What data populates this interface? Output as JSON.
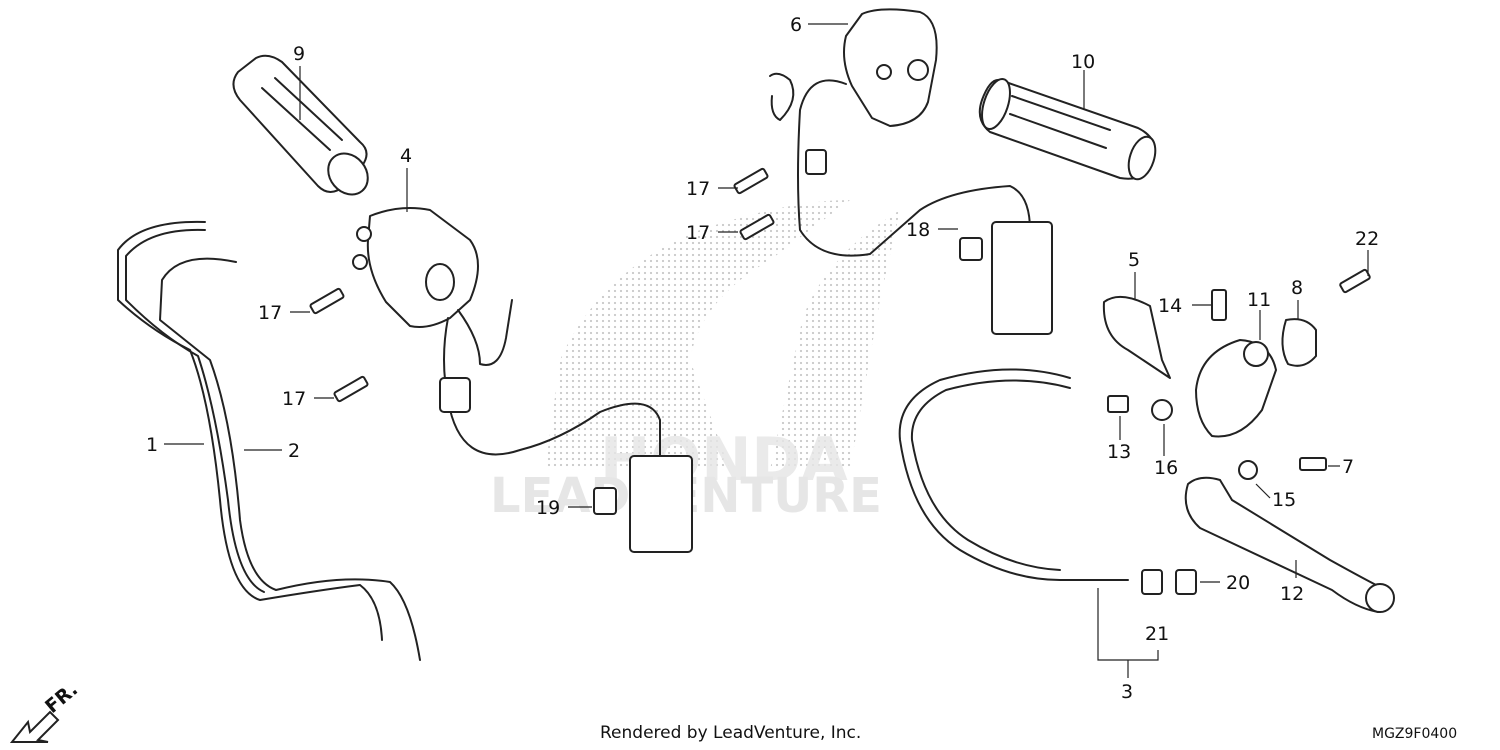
{
  "diagram": {
    "callouts": [
      "1",
      "2",
      "3",
      "4",
      "5",
      "6",
      "7",
      "8",
      "9",
      "10",
      "11",
      "12",
      "13",
      "14",
      "15",
      "16",
      "17",
      "18",
      "19",
      "20",
      "21",
      "22"
    ],
    "labels": {
      "c1": "1",
      "c2": "2",
      "c3": "3",
      "c4": "4",
      "c5": "5",
      "c6": "6",
      "c7": "7",
      "c8": "8",
      "c9": "9",
      "c10": "10",
      "c11": "11",
      "c12": "12",
      "c13": "13",
      "c14": "14",
      "c15": "15",
      "c16": "16",
      "c17a": "17",
      "c17b": "17",
      "c17c": "17",
      "c17d": "17",
      "c18": "18",
      "c19": "19",
      "c20": "20",
      "c21": "21",
      "c22": "22"
    },
    "front_indicator": "FR.",
    "watermark_brand": "HONDA",
    "watermark_dealer": "LEADVENTURE",
    "footer_credit": "Rendered by LeadVenture, Inc.",
    "diagram_code": "MGZ9F0400"
  },
  "colors": {
    "ink": "#222222",
    "watermark": "#e6e6e6",
    "background": "#ffffff"
  }
}
